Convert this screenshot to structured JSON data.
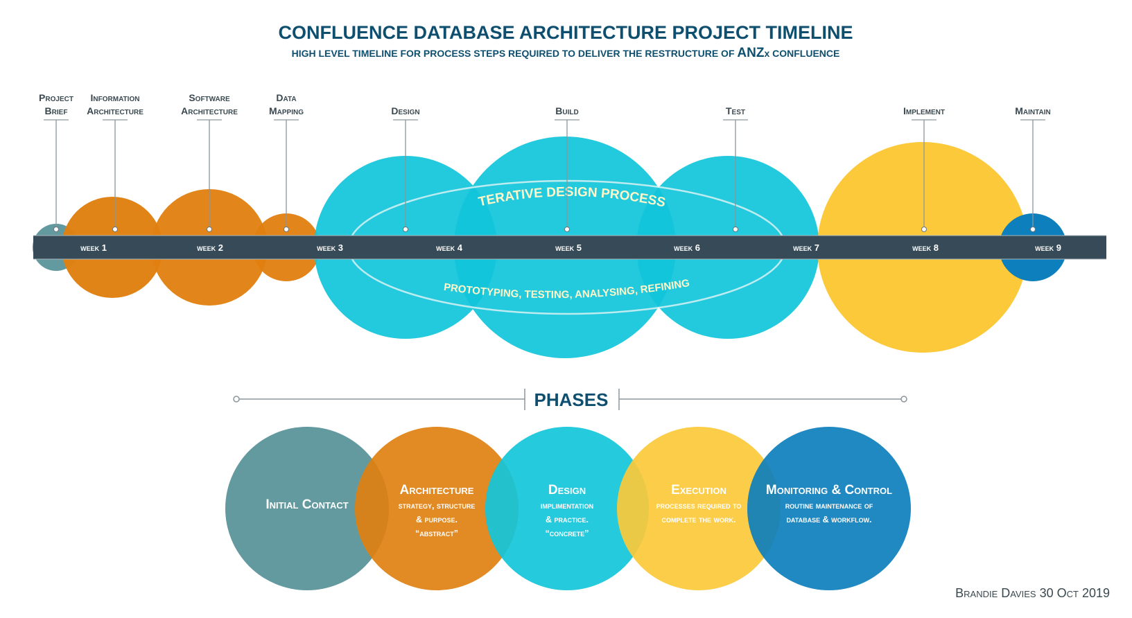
{
  "header": {
    "title": "CONFLUENCE DATABASE ARCHITECTURE PROJECT TIMELINE",
    "subtitle_pre": "HIGH LEVEL TIMELINE FOR PROCESS STEPS REQUIRED TO DELIVER THE RESTRUCTURE OF ",
    "subtitle_brand": "ANZ",
    "subtitle_brand_x": "x",
    "subtitle_post": " CONFLUENCE"
  },
  "colors": {
    "navy": "#0e4f6f",
    "bar": "#364a57",
    "teal": "#629a9f",
    "orange": "#e08010",
    "cyan": "#12c5da",
    "yellow": "#fbc93a",
    "blue": "#0e7fbd",
    "line_gray": "#8a969c"
  },
  "milestones": [
    {
      "label": "Project Brief",
      "line1": "Project",
      "line2": "Brief"
    },
    {
      "label": "Information Architecture",
      "line1": "Information",
      "line2": "Architecture"
    },
    {
      "label": "Software Architecture",
      "line1": "Software",
      "line2": "Architecture"
    },
    {
      "label": "Data Mapping",
      "line1": "Data",
      "line2": "Mapping"
    },
    {
      "label": "Design",
      "line1": "",
      "line2": "Design"
    },
    {
      "label": "Build",
      "line1": "",
      "line2": "Build"
    },
    {
      "label": "Test",
      "line1": "",
      "line2": "Test"
    },
    {
      "label": "Implement",
      "line1": "",
      "line2": "Implement"
    },
    {
      "label": "Maintain",
      "line1": "",
      "line2": "Maintain"
    }
  ],
  "weeks": [
    "week 1",
    "week 2",
    "week 3",
    "week 4",
    "week 5",
    "week 6",
    "week 7",
    "week 8",
    "week 9"
  ],
  "iterative": {
    "top_label": "ITERATIVE DESIGN PROCESS",
    "bottom_label": "PROTOTYPING, TESTING, ANALYSING, REFINING"
  },
  "phases_heading": "PHASES",
  "phases": [
    {
      "name": "Initial Contact",
      "lines": []
    },
    {
      "name": "Architecture",
      "lines": [
        "strategy, structure",
        "& purpose.",
        "“abstract”"
      ]
    },
    {
      "name": "Design",
      "lines": [
        "implimentation",
        "& practice.",
        "“concrete”"
      ]
    },
    {
      "name": "Execution",
      "lines": [
        "processes required to",
        "complete the work."
      ]
    },
    {
      "name": "Monitoring & Control",
      "lines": [
        "routine maintenance of",
        "database & workflow."
      ]
    }
  ],
  "footer": {
    "credit": "Brandie Davies 30 Oct 2019"
  }
}
